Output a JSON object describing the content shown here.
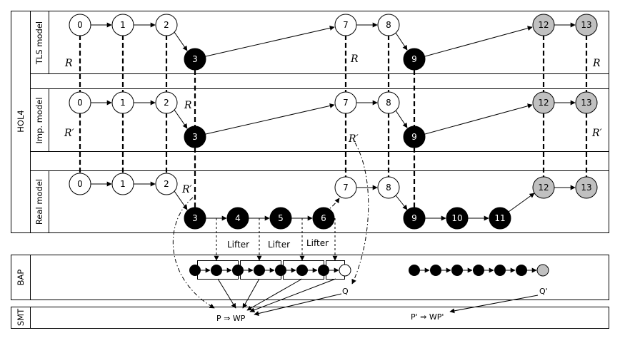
{
  "bands": {
    "hol4": "HOL4",
    "tls": "TLS model",
    "imp": "Imp. model",
    "real": "Real model",
    "bap": "BAP",
    "smt": "SMT"
  },
  "states": {
    "tls": [
      "0",
      "1",
      "2",
      "3",
      "7",
      "8",
      "9",
      "12",
      "13"
    ],
    "imp": [
      "0",
      "1",
      "2",
      "3",
      "7",
      "8",
      "9",
      "12",
      "13"
    ],
    "real": [
      "0",
      "1",
      "2",
      "3",
      "4",
      "5",
      "6",
      "7",
      "8",
      "9",
      "10",
      "11",
      "12",
      "13"
    ]
  },
  "relations": {
    "r_tls_1": "R",
    "r_tls_2": "R",
    "r_tls_3": "R",
    "r_tls_4": "R",
    "r_imp_1": "R′",
    "r_imp_2": "R′",
    "r_imp_3": "R′",
    "r_real_1": "R′"
  },
  "lifter": [
    "Lifter",
    "Lifter",
    "Lifter"
  ],
  "bap_labels": {
    "q": "Q",
    "q2": "Q'"
  },
  "smt_labels": {
    "wp": "P ⇒ WP",
    "wp2": "P' ⇒ WP'"
  },
  "colors": {
    "white_state": "#ffffff",
    "black_state": "#000000",
    "grey_state": "#c0c0c0"
  }
}
